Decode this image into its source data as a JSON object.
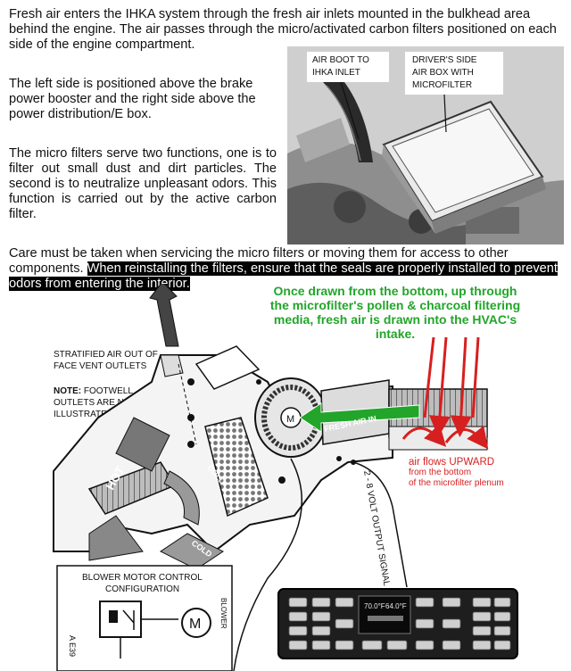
{
  "text": {
    "para1": "Fresh air enters the IHKA system through the fresh air inlets mounted in the bulkhead area behind the engine. The air passes through the micro/activated carbon filters positioned on each side of the engine compartment.",
    "para2": "The left side is positioned above the brake power booster and the right side above the power distribution/E box.",
    "para3": "The micro filters serve two functions, one is to filter out small dust and dirt particles. The second is to neutralize unpleasant odors. This function is carried out by the active carbon filter.",
    "para4_plain": "Care must be taken when servicing the micro filters or moving them for access to other components.",
    "para4_highlight": "When reinstalling the filters, ensure that the seals are properly installed to prevent odors from entering the interior."
  },
  "photo": {
    "label_left_1": "AIR BOOT TO",
    "label_left_2": "IHKA INLET",
    "label_right_1": "DRIVER'S SIDE",
    "label_right_2": "AIR BOX WITH",
    "label_right_3": "MICROFILTER"
  },
  "diagram": {
    "green_note": "Once drawn from the bottom, up through the microfilter's pollen & charcoal filtering media, fresh air is drawn into the HVAC's intake.",
    "stratified_1": "STRATIFIED AIR OUT OF",
    "stratified_2": "FACE VENT OUTLETS",
    "note_label": "NOTE:",
    "note_rest": " FOOTWELL",
    "note_2": "OUTLETS ARE NOT",
    "note_3": "ILLUSTRATED",
    "fresh_air_in": "FRESH AIR IN",
    "hot": "HOT",
    "cold1": "COLD",
    "cold2": "COLD",
    "motor_letter": "M",
    "red_1": "air flows UPWARD",
    "red_2": "from the bottom",
    "red_3": "of the microfilter plenum",
    "volt_signal": "2 - 8 VOLT OUTPUT SIGNAL",
    "blower_ctrl_1": "BLOWER MOTOR CONTROL",
    "blower_ctrl_2": "CONFIGURATION",
    "motor_m": "M",
    "blower_vert": "BLOWER",
    "e39_vert": "A E39",
    "panel_temp_left": "70.0°F",
    "panel_temp_right": "64.0°F"
  },
  "colors": {
    "green_text": "#22a52a",
    "red_text": "#d71f1f",
    "highlight_bg": "#000000"
  }
}
